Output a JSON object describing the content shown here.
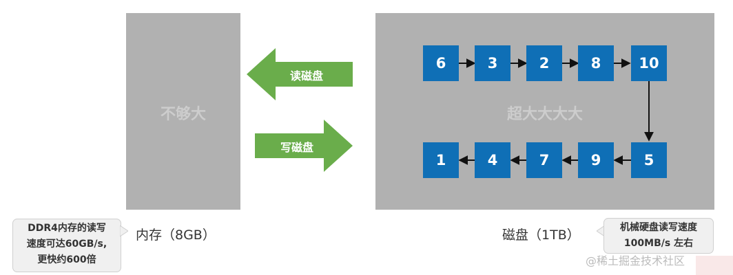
{
  "memory": {
    "inner_label": "不够大",
    "caption": "内存（8GB）",
    "note_lines": [
      "DDR4内存的读写",
      "速度可达60GB/s,",
      "更快约600倍"
    ]
  },
  "disk": {
    "inner_label": "超大大大大",
    "caption": "磁盘（1TB）",
    "note_lines": [
      "机械硬盘读写速度",
      "100MB/s 左右"
    ],
    "top_row": [
      "6",
      "3",
      "2",
      "8",
      "10"
    ],
    "bottom_row": [
      "1",
      "4",
      "7",
      "9",
      "5"
    ]
  },
  "arrows": {
    "read_label": "读磁盘",
    "write_label": "写磁盘",
    "color": "#6aad4b"
  },
  "colors": {
    "block": "#0f6fb6",
    "box": "#b1b1b1"
  },
  "watermark": "@稀土掘金技术社区"
}
